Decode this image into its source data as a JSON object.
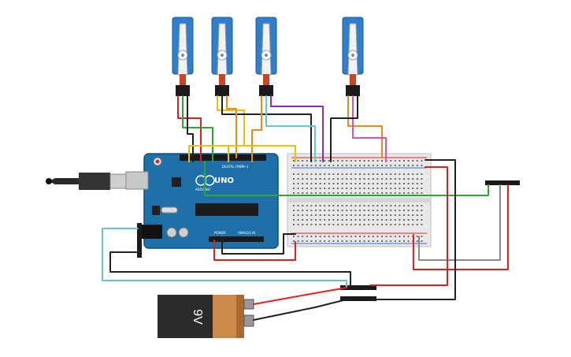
{
  "board": {
    "brand": "UNO",
    "sub_label": "ARDUINO",
    "digital_header_label": "DIGITAL (PWM~)",
    "power_header_label": "POWER",
    "analog_header_label": "ANALOG IN"
  },
  "battery": {
    "voltage_label": "9V"
  },
  "colors": {
    "servo_body": "#2e7fd0",
    "arduino_board": "#1f6fa8",
    "breadboard": "#e8e8e8",
    "battery_black": "#2b2b2b",
    "battery_copper": "#c98a4a",
    "wire_red": "#e02020",
    "wire_black": "#202020",
    "wire_green": "#2aa832",
    "wire_yellow": "#f0c000",
    "wire_orange": "#e88a20",
    "wire_purple": "#8a2ac0",
    "wire_cyan": "#60c8d0",
    "wire_gray": "#8a8a8a",
    "wire_pink": "#e050b0"
  },
  "components": {
    "servo_count": 4,
    "header_count": 4
  }
}
